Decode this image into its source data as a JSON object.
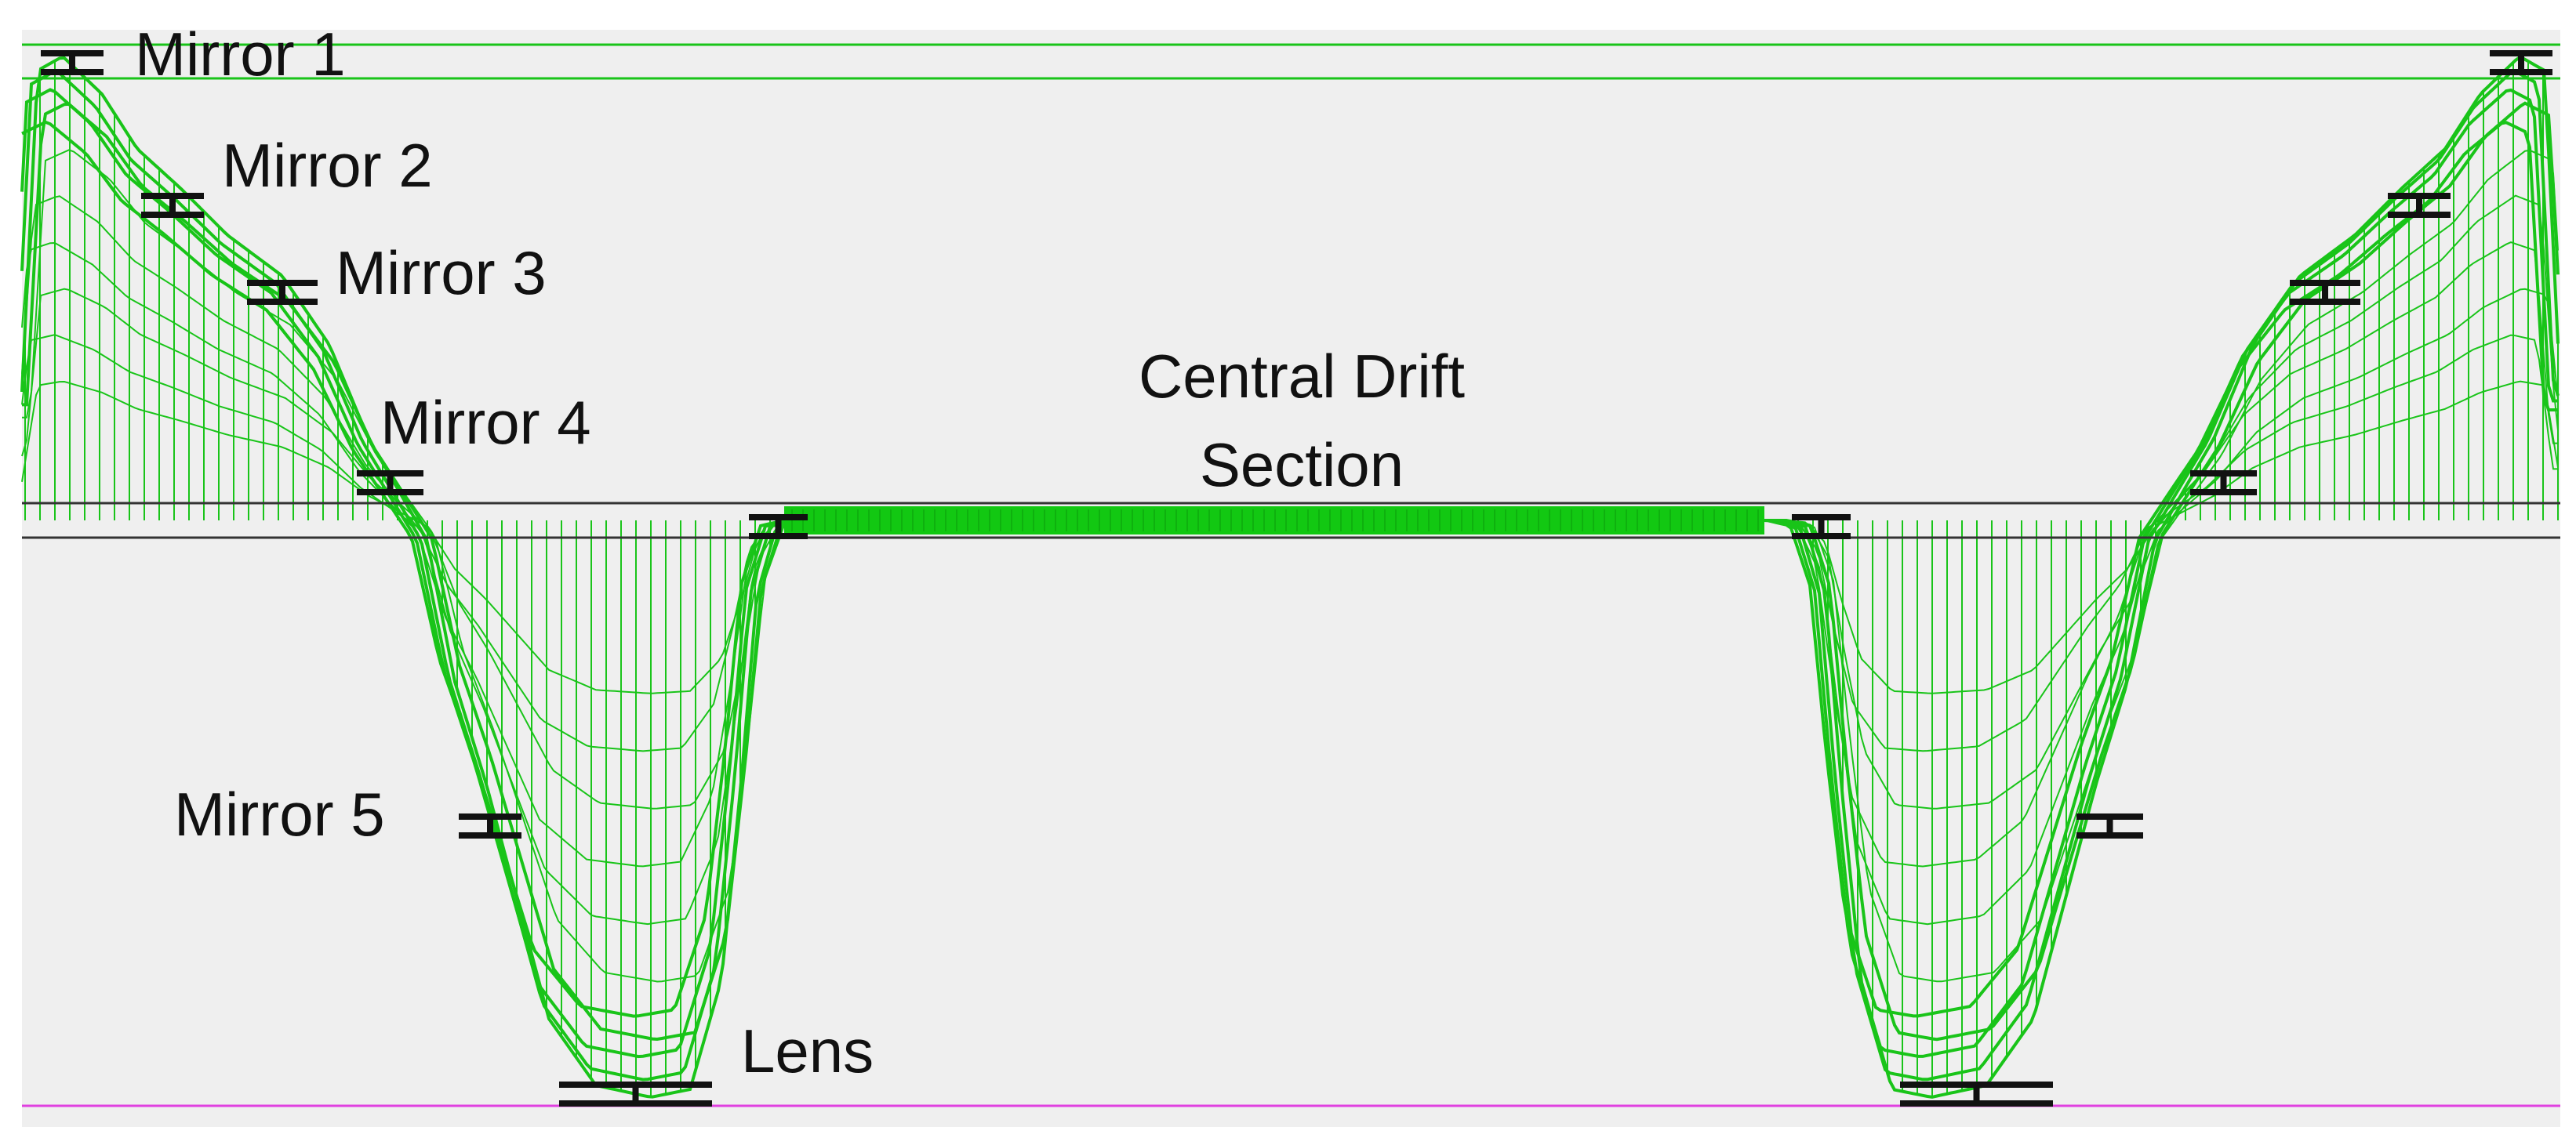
{
  "labels": {
    "mirror_1": "Mirror 1",
    "mirror_2": "Mirror 2",
    "mirror_3": "Mirror 3",
    "mirror_4": "Mirror 4",
    "mirror_5": "Mirror 5",
    "central_drift_line1": "Central Drift",
    "central_drift_line2": "Section",
    "lens": "Lens"
  },
  "colors": {
    "background": "#efefef",
    "trajectory": "#19c419",
    "drift_fill": "#12c812",
    "element_marker": "#111111",
    "axis_line": "#333333",
    "bottom_line": "#e040e0"
  }
}
